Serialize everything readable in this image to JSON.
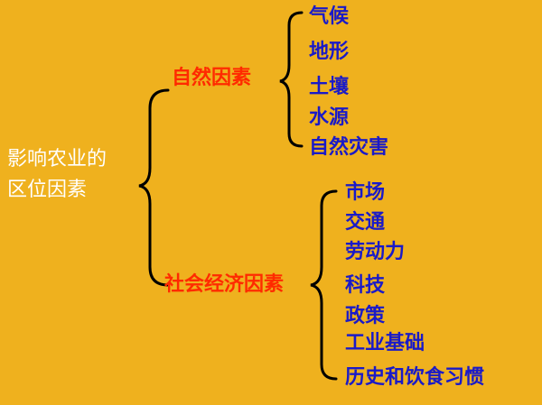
{
  "colors": {
    "background": "#EFB11E",
    "root_text": "#FFFFFF",
    "category_text": "#FF2A00",
    "item_text": "#1A1AC8",
    "brace": "#000000"
  },
  "root": {
    "line1": "影响农业的",
    "line2": "区位因素"
  },
  "natural": {
    "label": "自然因素",
    "items": [
      "气候",
      "地形",
      "土壤",
      "水源",
      "自然灾害"
    ]
  },
  "social": {
    "label": "社会经济因素",
    "items": [
      "市场",
      "交通",
      "劳动力",
      "科技",
      "政策",
      "工业基础",
      "历史和饮食习惯"
    ]
  }
}
